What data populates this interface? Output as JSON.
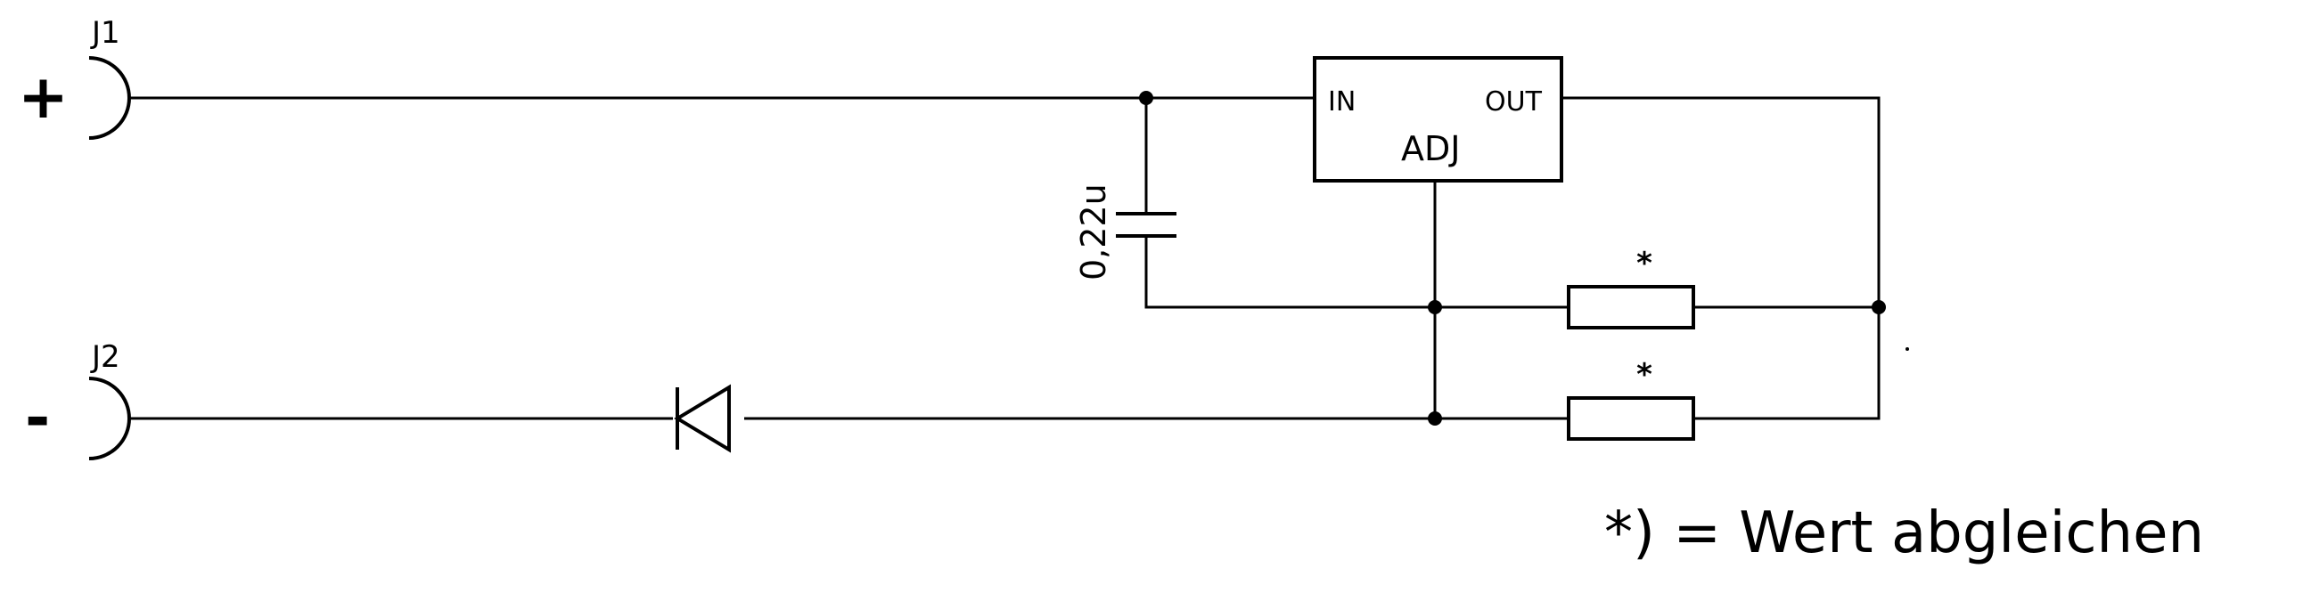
{
  "connectors": {
    "j1": {
      "ref": "J1",
      "polarity": "+"
    },
    "j2": {
      "ref": "J2",
      "polarity": "-"
    }
  },
  "regulator": {
    "in": "IN",
    "out": "OUT",
    "adj": "ADJ"
  },
  "capacitor": {
    "value": "0,22u"
  },
  "resistors": {
    "upper_mark": "*",
    "lower_mark": "*"
  },
  "note": {
    "text": "*) = Wert abgleichen"
  }
}
